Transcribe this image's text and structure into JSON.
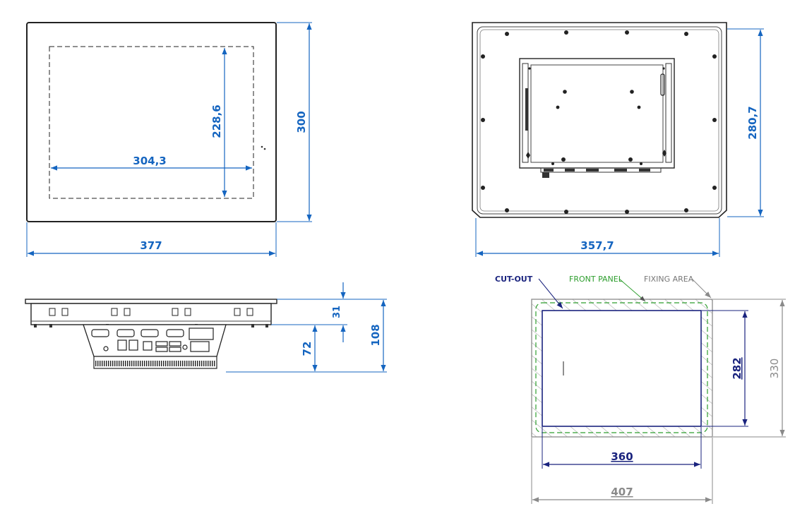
{
  "front_view": {
    "width": "377",
    "height": "300",
    "active_width": "304,3",
    "active_height": "228,6"
  },
  "rear_view": {
    "width": "357,7",
    "height": "280,7"
  },
  "side_view": {
    "bezel": "31",
    "housing": "72",
    "depth": "108"
  },
  "cutout_view": {
    "labels": {
      "cutout": "CUT-OUT",
      "front_panel": "FRONT PANEL",
      "fixing_area": "FIXING AREA"
    },
    "cutout_width": "360",
    "cutout_height": "282",
    "fixing_width": "407",
    "fixing_height": "330"
  },
  "colors": {
    "dimension": "#1565c0",
    "cutout": "#1a237e",
    "front_panel": "#2e9e2e",
    "fixing_area": "#8a8a8a",
    "outline": "#222222"
  }
}
